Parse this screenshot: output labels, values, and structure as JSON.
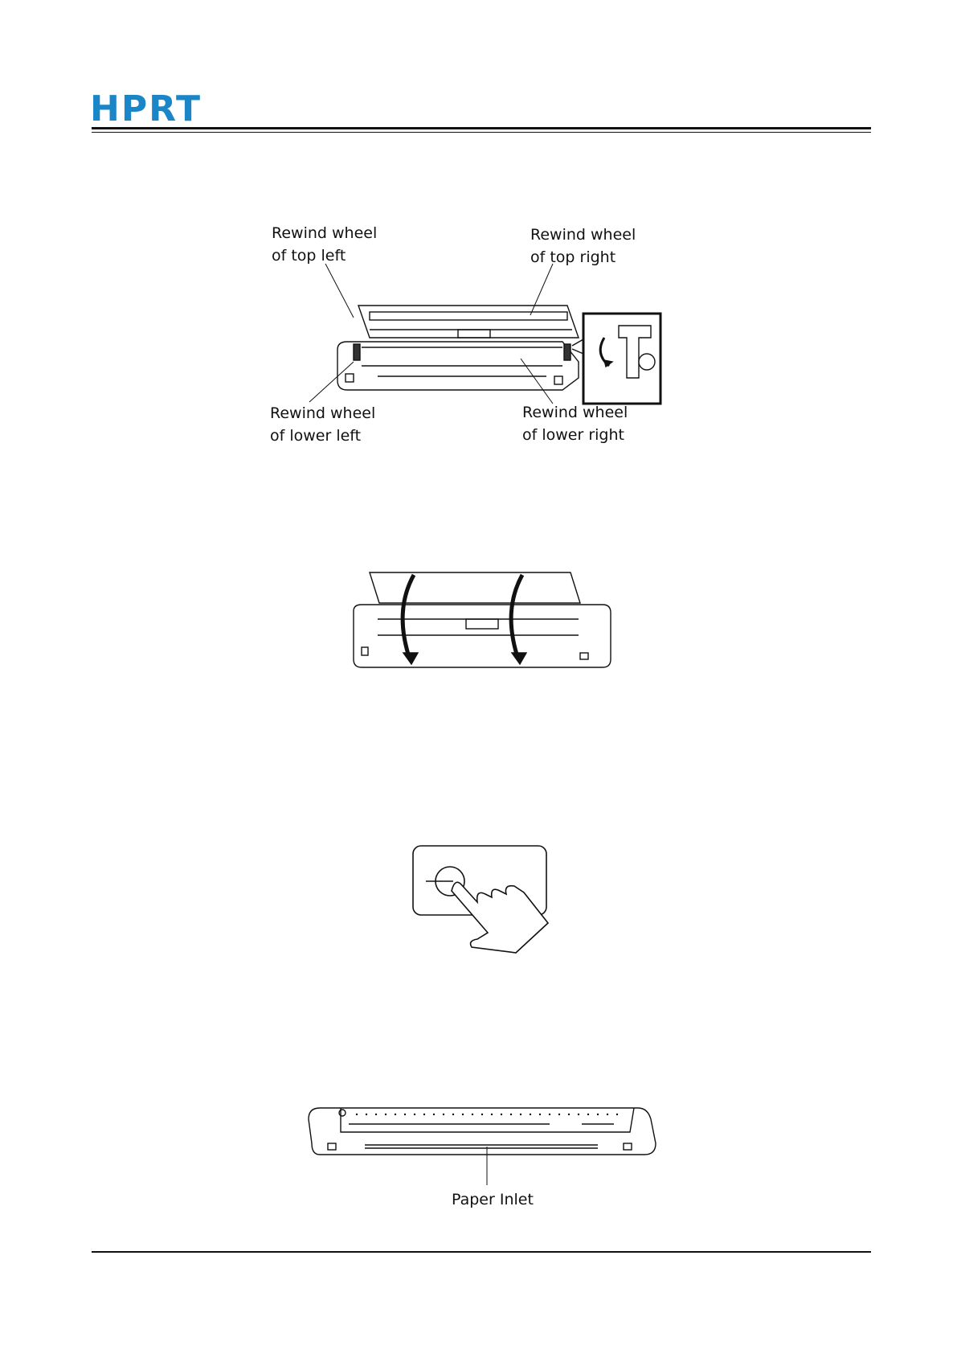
{
  "header": {
    "logo_text": "HPRT",
    "brand_color": "#1a86c8"
  },
  "figure1": {
    "label_top_left_l1": "Rewind wheel",
    "label_top_left_l2": "of top left",
    "label_top_right_l1": "Rewind wheel",
    "label_top_right_l2": "of top right",
    "label_lower_left_l1": "Rewind wheel",
    "label_lower_left_l2": "of lower left",
    "label_lower_right_l1": "Rewind wheel",
    "label_lower_right_l2": "of lower right"
  },
  "figure4": {
    "label": "Paper Inlet"
  }
}
